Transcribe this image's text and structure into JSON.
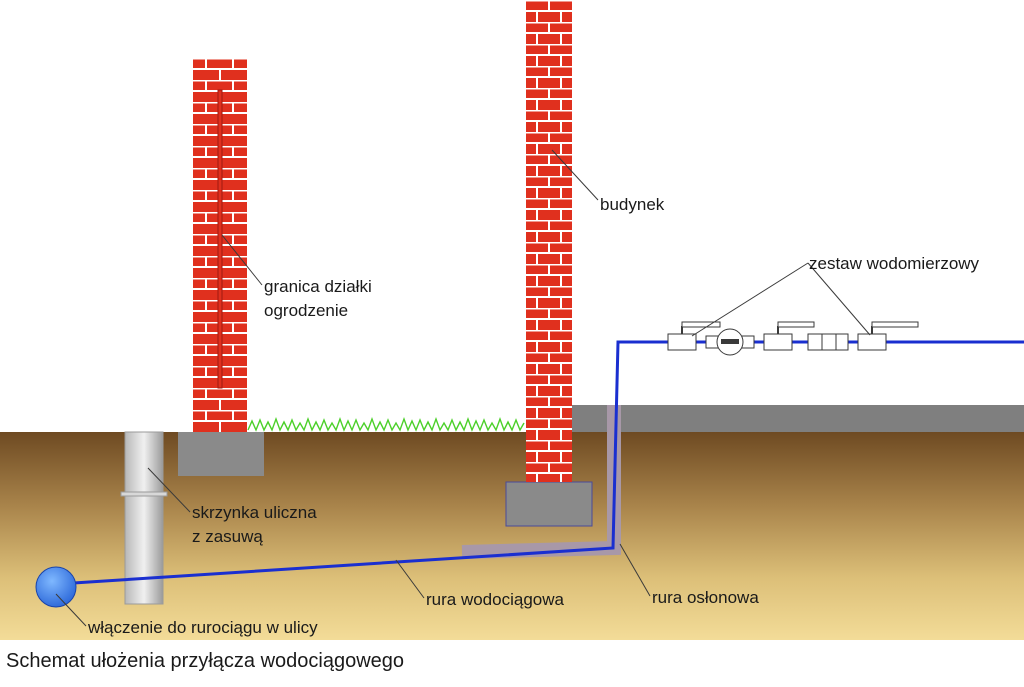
{
  "labels": {
    "fence_line1": "granica działki",
    "fence_line2": "ogrodzenie",
    "building": "budynek",
    "meter_set": "zestaw wodomierzowy",
    "street_box_line1": "skrzynka uliczna",
    "street_box_line2": "z zasuwą",
    "water_pipe": "rura wodociągowa",
    "casing_pipe": "rura osłonowa",
    "connection": "włączenie do rurociągu w ulicy"
  },
  "caption": "Schemat ułożenia przyłącza wodociągowego",
  "colors": {
    "brick": "#e0301e",
    "mortar": "#ffffff",
    "soil_top": "#6e4a22",
    "soil_bottom": "#f0d690",
    "pipe": "#1a2fd0",
    "casing": "#a898a8",
    "concrete": "#8a8a8a",
    "grass": "#4cd02a",
    "floor_slab": "#7f7f7f",
    "main_pipe": "#3a7fe8"
  }
}
